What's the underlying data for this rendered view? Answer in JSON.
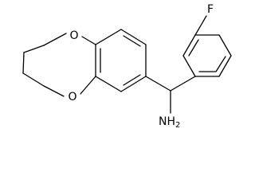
{
  "atoms": {
    "o_top": "O",
    "o_bottom": "O",
    "fluorine": "F",
    "amine_n": "N",
    "amine_h": "H",
    "amine_sub": "2"
  }
}
